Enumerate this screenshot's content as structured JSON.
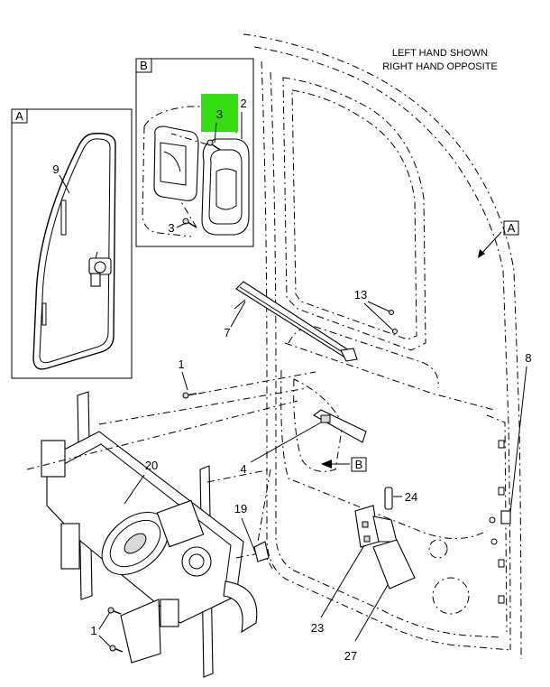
{
  "note": {
    "line1": "LEFT HAND SHOWN",
    "line2": "RIGHT HAND OPPOSITE"
  },
  "highlight_color": "#33dd11",
  "views": {
    "A": "A",
    "B": "B"
  },
  "callouts": {
    "view_a_arrow": "A",
    "view_b_arrow": "B"
  },
  "labels": {
    "p1_top": "1",
    "p1_bottom": "1",
    "p2": "2",
    "p3_highlight": "3",
    "p3_lower": "3",
    "p4": "4",
    "p7": "7",
    "p8": "8",
    "p9": "9",
    "p13": "13",
    "p19": "19",
    "p20": "20",
    "p23": "23",
    "p24": "24",
    "p27": "27"
  }
}
